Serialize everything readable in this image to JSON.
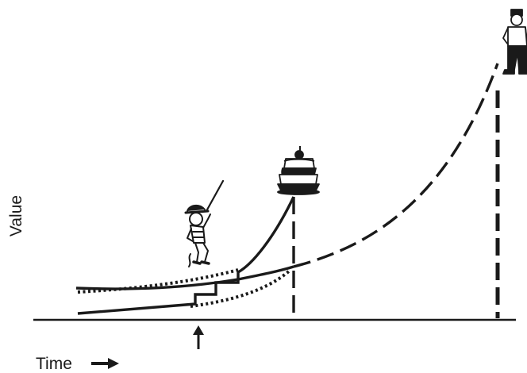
{
  "diagram": {
    "y_axis_label": "Value",
    "x_axis_label": "Time",
    "x_axis_arrow": "right-arrow",
    "ink_color": "#1a1a1a",
    "background_color": "#ffffff",
    "curves": [
      {
        "id": "solid-curve-lower",
        "style": "solid"
      },
      {
        "id": "dotted-curve-lower",
        "style": "dotted"
      },
      {
        "id": "dotted-curve-upper",
        "style": "dotted"
      },
      {
        "id": "solid-curve-upper",
        "style": "solid"
      },
      {
        "id": "dashed-exponential-curve",
        "style": "dashed"
      }
    ],
    "drop_lines": [
      {
        "id": "dashed-drop-line-cake",
        "style": "dashed"
      },
      {
        "id": "dashed-drop-line-man",
        "style": "dashed"
      }
    ],
    "figures": [
      {
        "id": "child-figure",
        "icon": "child-with-stick-icon"
      },
      {
        "id": "cake-figure",
        "icon": "birthday-cake-icon"
      },
      {
        "id": "man-figure",
        "icon": "standing-man-icon"
      }
    ],
    "time_marker": "up-arrow-icon"
  }
}
